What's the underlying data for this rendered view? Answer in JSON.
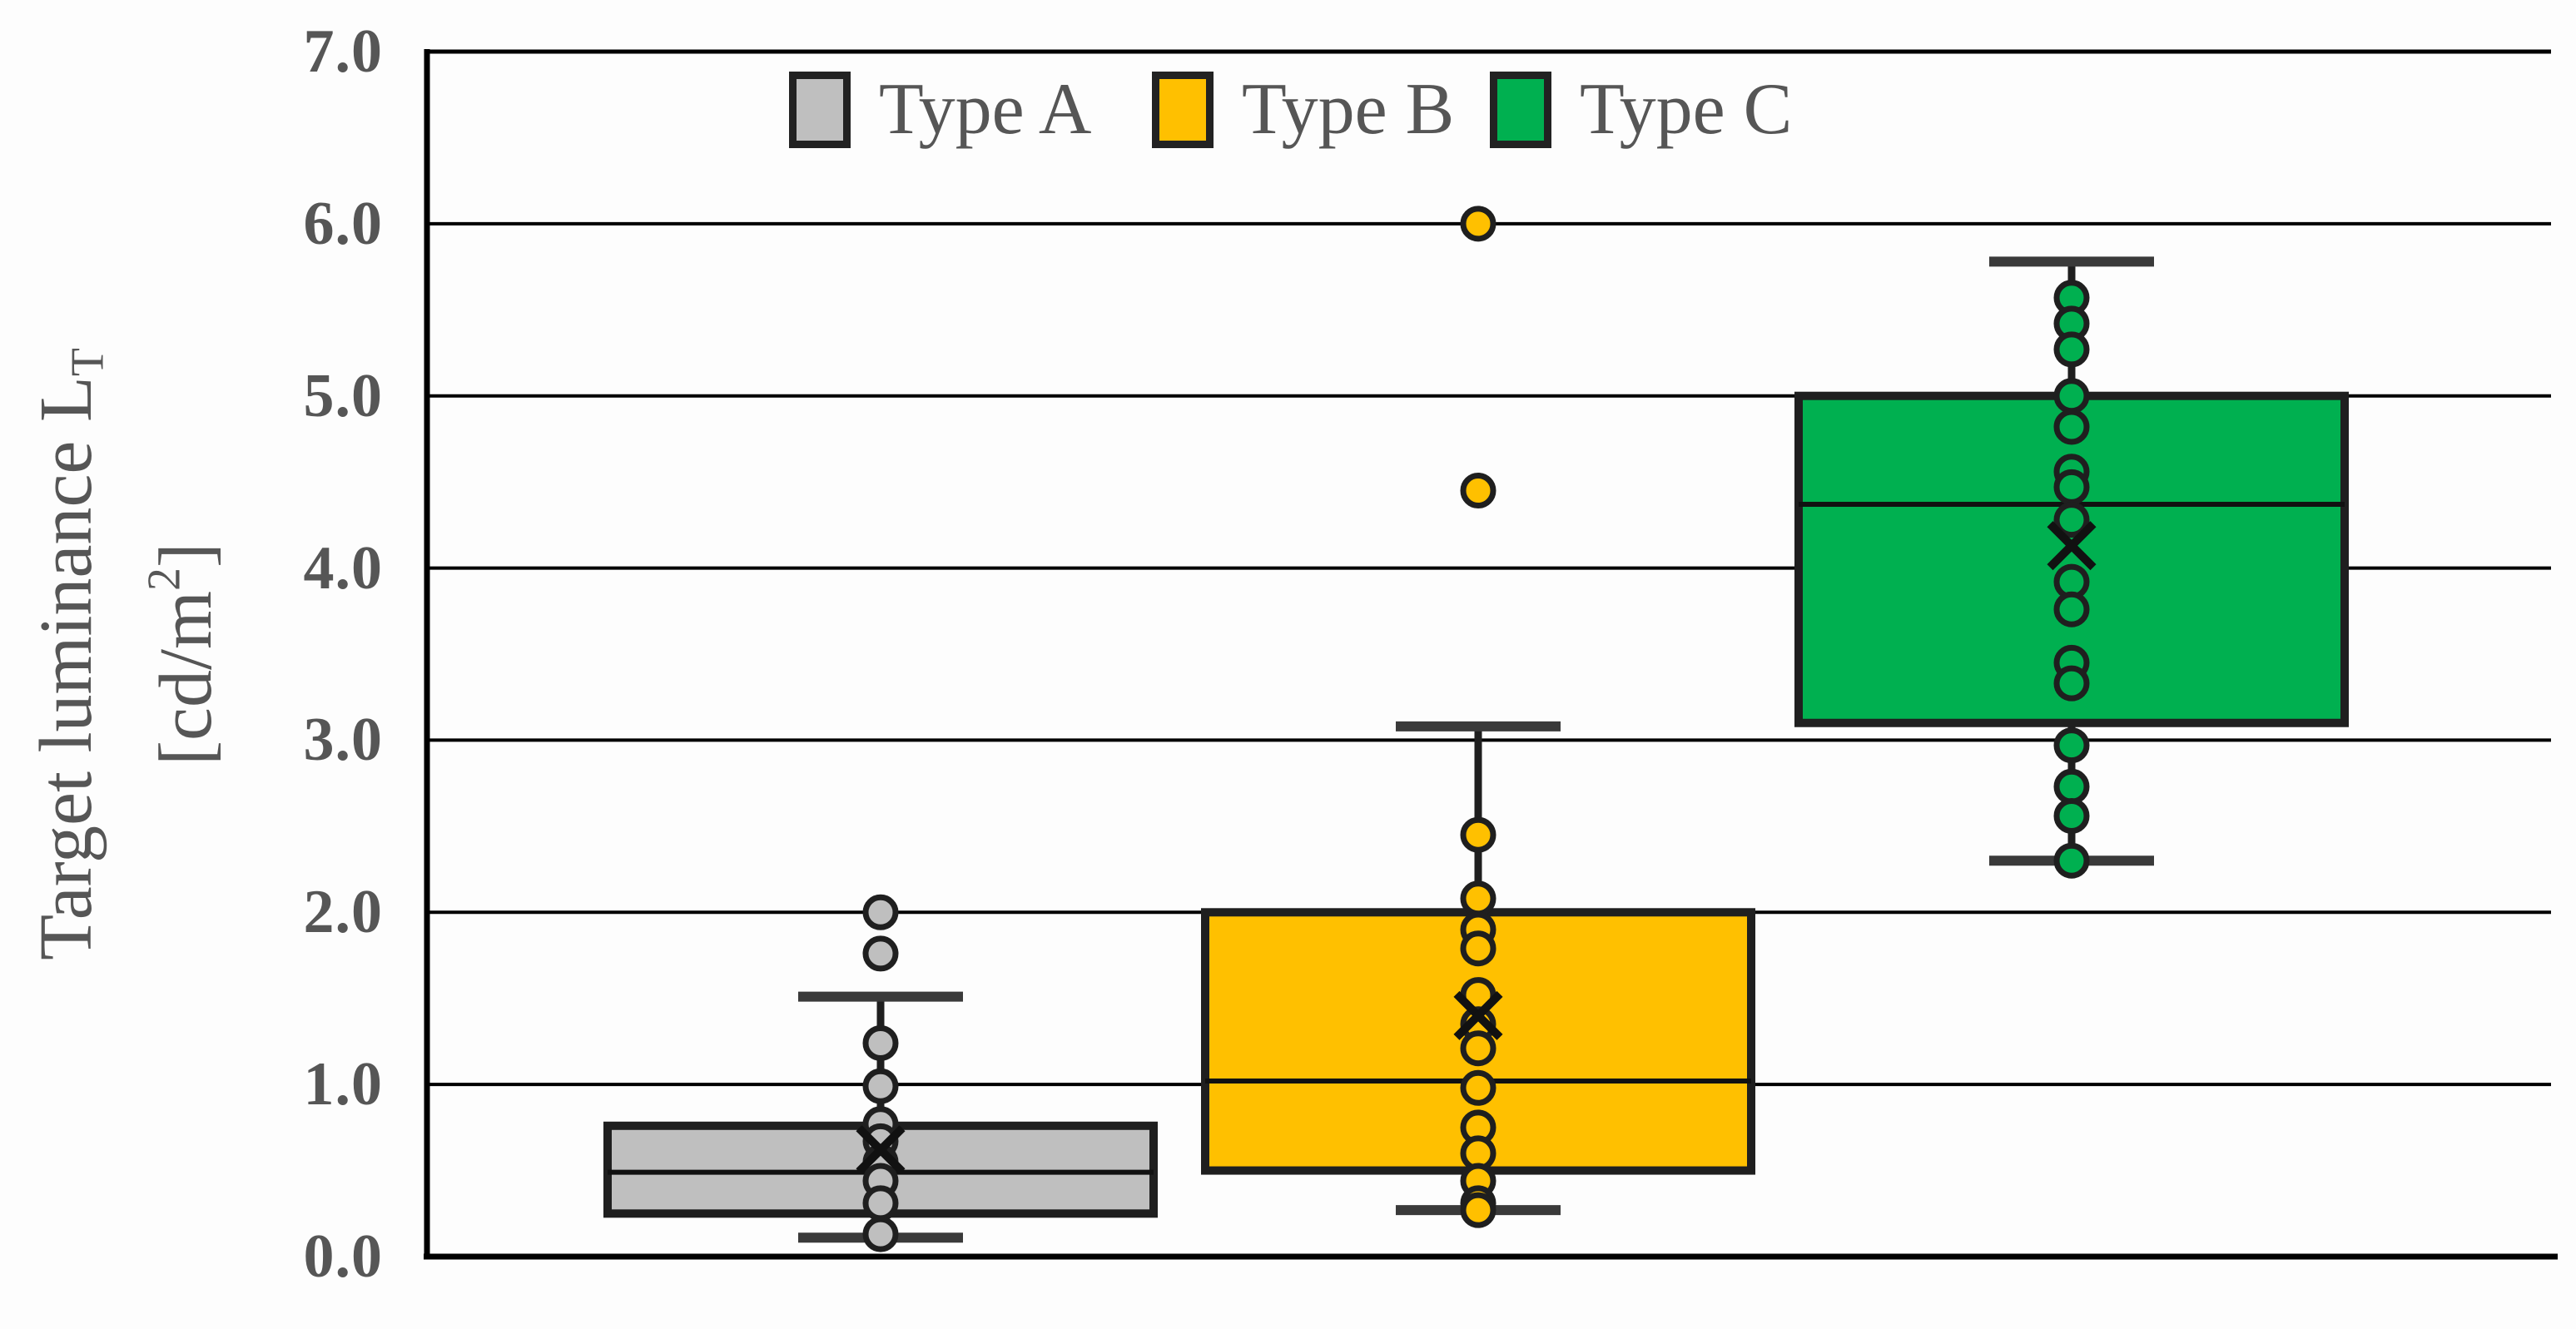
{
  "chart_data": {
    "type": "box",
    "title": "",
    "y_axis": {
      "label": "Target luminance LT [cd/m2]",
      "label_line1_main": "Target luminance L",
      "label_line1_sub": "T",
      "label_line2_pre": "[cd/m",
      "label_line2_sup": "2",
      "label_line2_post": "]",
      "ticks": [
        "0.0",
        "1.0",
        "2.0",
        "3.0",
        "4.0",
        "5.0",
        "6.0",
        "7.0"
      ],
      "ylim": [
        0.0,
        7.0
      ],
      "grid": true
    },
    "legend": {
      "position": "top"
    },
    "series": [
      {
        "name": "Type A",
        "color": "#BFBFBF",
        "whisker_low": 0.11,
        "q1": 0.25,
        "median": 0.49,
        "q3": 0.76,
        "whisker_high": 1.51,
        "mean": 0.62,
        "points": [
          2.0,
          1.76,
          1.24,
          0.99,
          0.77,
          0.67,
          0.55,
          0.44,
          0.31,
          0.13
        ]
      },
      {
        "name": "Type B",
        "color": "#FFC000",
        "whisker_low": 0.27,
        "q1": 0.5,
        "median": 1.02,
        "q3": 2.0,
        "whisker_high": 3.08,
        "mean": 1.4,
        "points": [
          6.0,
          4.45,
          2.45,
          2.08,
          1.9,
          1.79,
          1.52,
          1.35,
          1.21,
          0.98,
          0.75,
          0.6,
          0.44,
          0.31,
          0.27
        ]
      },
      {
        "name": "Type C",
        "color": "#00B050",
        "whisker_low": 2.3,
        "q1": 3.1,
        "median": 4.37,
        "q3": 5.0,
        "whisker_high": 5.78,
        "mean": 4.13,
        "points": [
          5.57,
          5.42,
          5.27,
          5.0,
          4.82,
          4.56,
          4.47,
          4.28,
          3.92,
          3.76,
          3.45,
          3.33,
          2.97,
          2.73,
          2.56,
          2.3
        ]
      }
    ],
    "colors": {
      "box_border": "#1f1f1f",
      "grid_line": "#000000",
      "text": "#565656"
    }
  }
}
